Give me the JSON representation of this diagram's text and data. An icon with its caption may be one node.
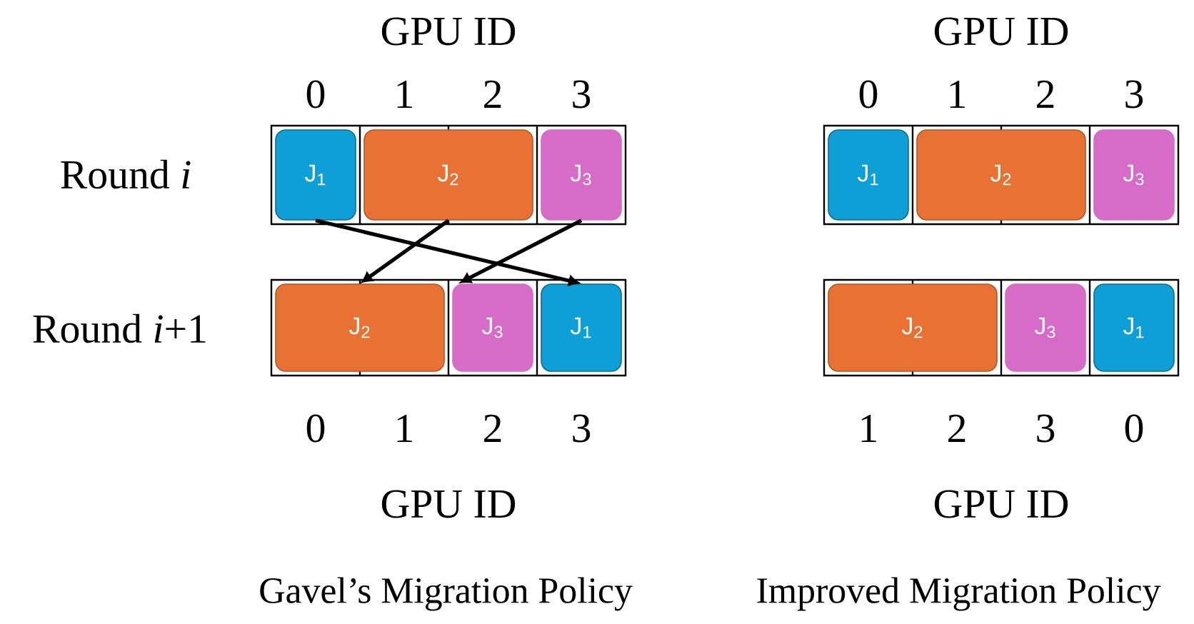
{
  "diagram": {
    "nodes": [
      {
        "text": [
          "J$_{1}$"
        ]
      },
      {
        "text": [
          "J$_{2}$"
        ]
      },
      {
        "text": [
          "J$_{3}$"
        ]
      },
      {
        "text": [
          "J$_{2}$"
        ]
      },
      {
        "text": [
          "J$_{3}$"
        ]
      },
      {
        "text": [
          "J$_{1}$"
        ]
      },
      {
        "text": [
          "J$_{1}$"
        ]
      },
      {
        "text": [
          "J$_{2}$"
        ]
      },
      {
        "text": [
          "J$_{3}$"
        ]
      },
      {
        "text": [
          "J$_{2}$"
        ]
      },
      {
        "text": [
          "J$_{3}$"
        ]
      },
      {
        "text": [
          "J$_{1}$"
        ]
      }
    ],
    "edges": [
      {
        "from": 0,
        "to": 5,
        "arrow": "to"
      },
      {
        "from": 1,
        "to": 3,
        "arrow": "to"
      },
      {
        "from": 2,
        "to": 4,
        "arrow": "to"
      }
    ],
    "labels": [
      "GPU ID",
      "GPU ID",
      "0",
      "1",
      "2",
      "3",
      "0",
      "1",
      "2",
      "3",
      "Round *i*",
      "Round *i*+1",
      "0",
      "1",
      "2",
      "3",
      "1",
      "2",
      "3",
      "0",
      "GPU ID",
      "GPU ID",
      "Gavel’s Migration Policy",
      "Improved Migration Policy"
    ]
  }
}
